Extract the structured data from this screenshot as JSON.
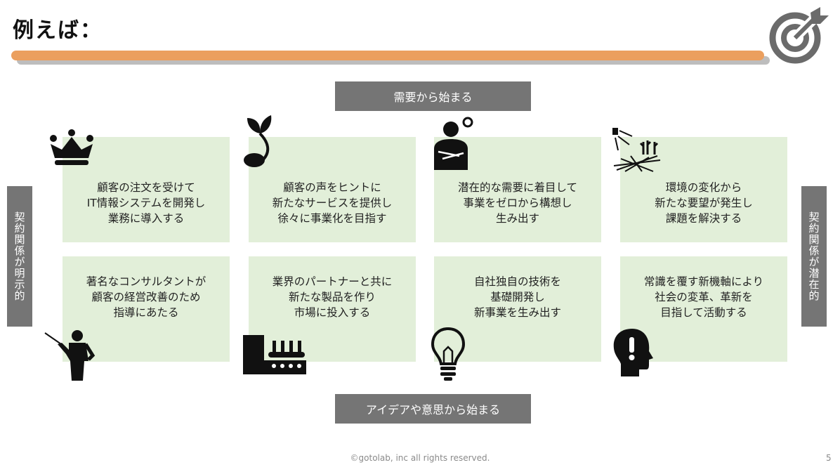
{
  "title": "例えば：",
  "axes": {
    "top": "需要から始まる",
    "bottom": "アイデアや意思から始まる",
    "left": "契約関係が明示的",
    "right": "契約関係が潜在的"
  },
  "grid": {
    "row1": [
      "顧客の注文を受けて\nIT情報システムを開発し\n業務に導入する",
      "顧客の声をヒントに\n新たなサービスを提供し\n徐々に事業化を目指す",
      "潜在的な需要に着目して\n事業をゼロから構想し\n生み出す",
      "環境の変化から\n新たな要望が発生し\n課題を解決する"
    ],
    "row2": [
      "著名なコンサルタントが\n顧客の経営改善のため\n指導にあたる",
      "業界のパートナーと共に\n新たな製品を作り\n市場に投入する",
      "自社独自の技術を\n基礎開発し\n新事業を生み出す",
      "常識を覆す新機軸により\n社会の変革、革新を\n目指して活動する"
    ]
  },
  "icons": [
    "target-icon",
    "crown-icon",
    "sprout-icon",
    "thinking-person-icon",
    "environment-icon",
    "presenter-icon",
    "factory-icon",
    "lightbulb-icon",
    "head-exclamation-icon"
  ],
  "colors": {
    "accent_bar": "#eb9f5e",
    "cell_bg": "#e2efd9",
    "axis_bg": "#757575"
  },
  "footer": "©gotolab, inc  all rights reserved.",
  "page_number": "5"
}
